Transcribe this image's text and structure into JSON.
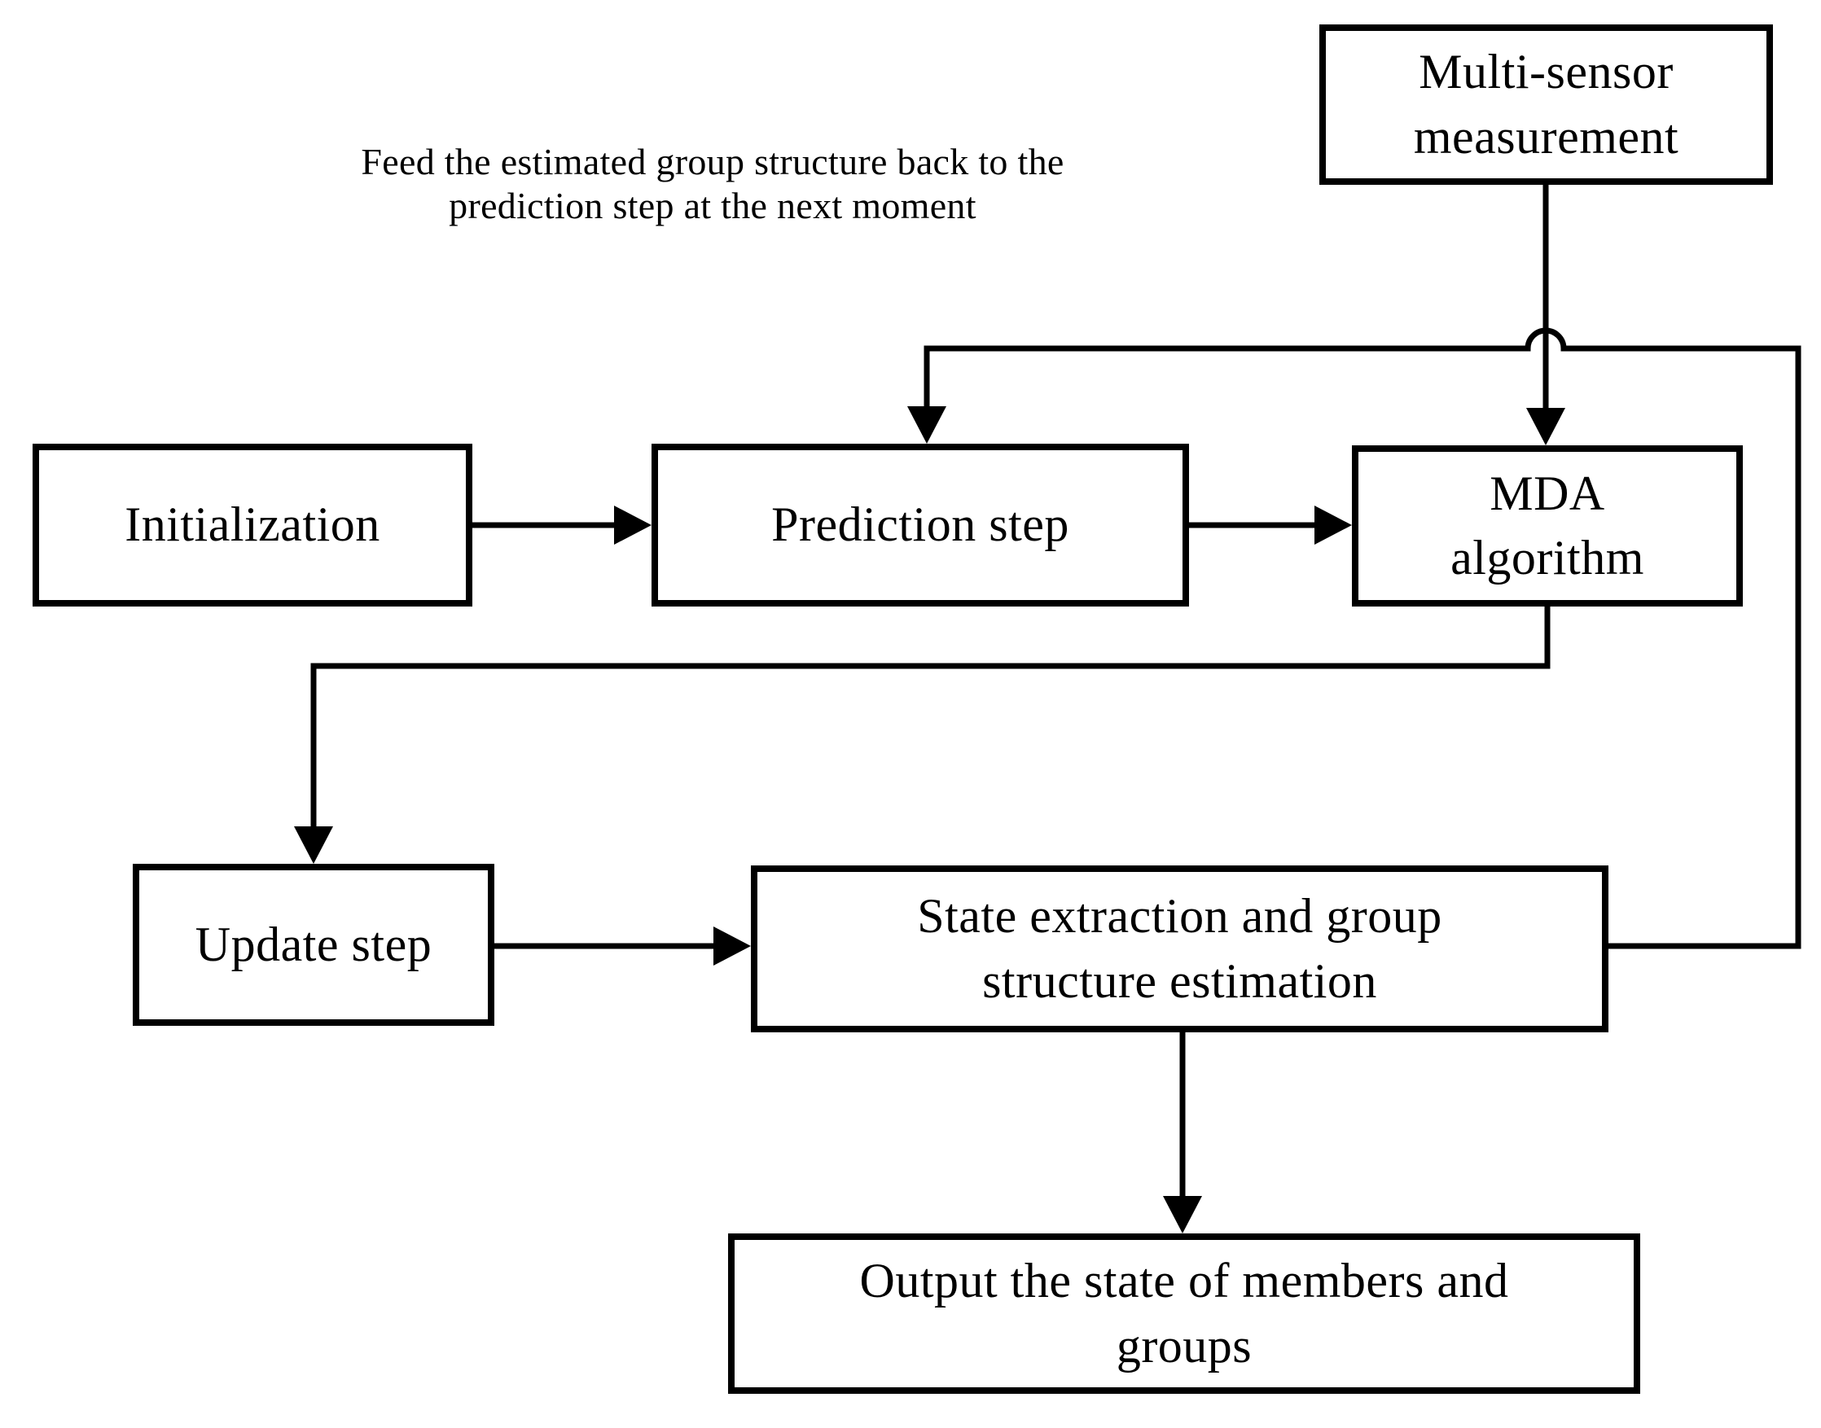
{
  "diagram": {
    "background": "#ffffff",
    "stroke_color": "#000000",
    "text_color": "#000000"
  },
  "annotation": {
    "text": "Feed the estimated group structure back to the prediction step at the next moment"
  },
  "nodes": {
    "multi_sensor": {
      "label": "Multi-sensor measurement"
    },
    "initialization": {
      "label": "Initialization"
    },
    "prediction": {
      "label": "Prediction step"
    },
    "mda": {
      "label": "MDA algorithm"
    },
    "update": {
      "label": "Update step"
    },
    "state_extraction": {
      "label": "State extraction and group structure estimation"
    },
    "output": {
      "label": "Output the state of members and groups"
    }
  },
  "edges": [
    {
      "from": "initialization",
      "to": "prediction",
      "kind": "forward"
    },
    {
      "from": "prediction",
      "to": "mda",
      "kind": "forward"
    },
    {
      "from": "multi_sensor",
      "to": "mda",
      "kind": "forward"
    },
    {
      "from": "mda",
      "to": "update",
      "kind": "forward"
    },
    {
      "from": "update",
      "to": "state_extraction",
      "kind": "forward"
    },
    {
      "from": "state_extraction",
      "to": "output",
      "kind": "forward"
    },
    {
      "from": "state_extraction",
      "to": "prediction",
      "kind": "feedback"
    }
  ]
}
